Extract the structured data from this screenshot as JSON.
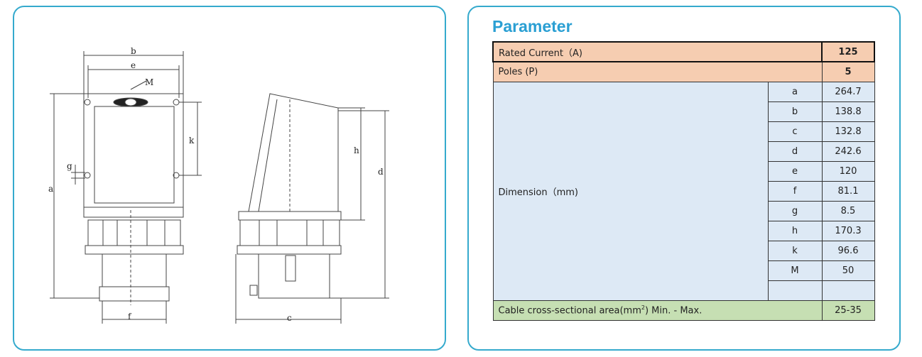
{
  "drawing": {
    "labels": {
      "a": "a",
      "b": "b",
      "c": "c",
      "d": "d",
      "e": "e",
      "f": "f",
      "g": "g",
      "h": "h",
      "k": "k",
      "M": "M"
    }
  },
  "parameter": {
    "title": "Parameter",
    "rated_current": {
      "label": "Rated Current（A)",
      "value": "125"
    },
    "poles": {
      "label": "Poles (P)",
      "value": "5"
    },
    "dimension_label": "Dimension（mm)",
    "dimensions": [
      {
        "key": "a",
        "value": "264.7"
      },
      {
        "key": "b",
        "value": "138.8"
      },
      {
        "key": "c",
        "value": "132.8"
      },
      {
        "key": "d",
        "value": "242.6"
      },
      {
        "key": "e",
        "value": "120"
      },
      {
        "key": "f",
        "value": "81.1"
      },
      {
        "key": "g",
        "value": "8.5"
      },
      {
        "key": "h",
        "value": "170.3"
      },
      {
        "key": "k",
        "value": "96.6"
      },
      {
        "key": "M",
        "value": "50"
      },
      {
        "key": "",
        "value": ""
      }
    ],
    "cable": {
      "label_pre": "Cable cross-sectional area(mm",
      "label_sup": "2",
      "label_post": ") Min. - Max.",
      "value": "25-35"
    }
  }
}
